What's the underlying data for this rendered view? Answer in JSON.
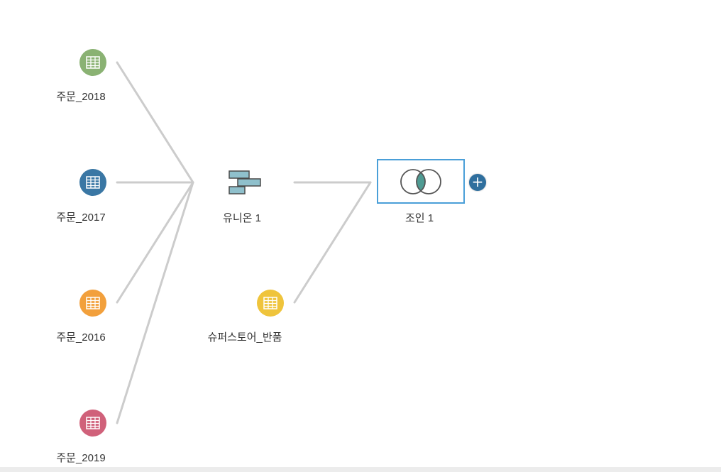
{
  "flow": {
    "sources": [
      {
        "label": "주문_2018",
        "color": "#8ab273",
        "icon": "table-icon"
      },
      {
        "label": "주문_2017",
        "color": "#3a77a4",
        "icon": "table-icon"
      },
      {
        "label": "주문_2016",
        "color": "#f2a03c",
        "icon": "table-icon"
      },
      {
        "label": "주문_2019",
        "color": "#d0617a",
        "icon": "table-icon"
      }
    ],
    "union": {
      "label": "유니온 1",
      "icon": "union-icon",
      "color": "#8fc0cc"
    },
    "returns_source": {
      "label": "슈퍼스토어_반품",
      "color": "#efc43c",
      "icon": "table-icon"
    },
    "join": {
      "label": "조인 1",
      "icon": "inner-join-icon",
      "accent": "#4f9b93",
      "selected_border": "#4a9fd8"
    },
    "add_step": {
      "label": "+",
      "icon": "plus-icon",
      "color": "#2f6f9e"
    }
  }
}
